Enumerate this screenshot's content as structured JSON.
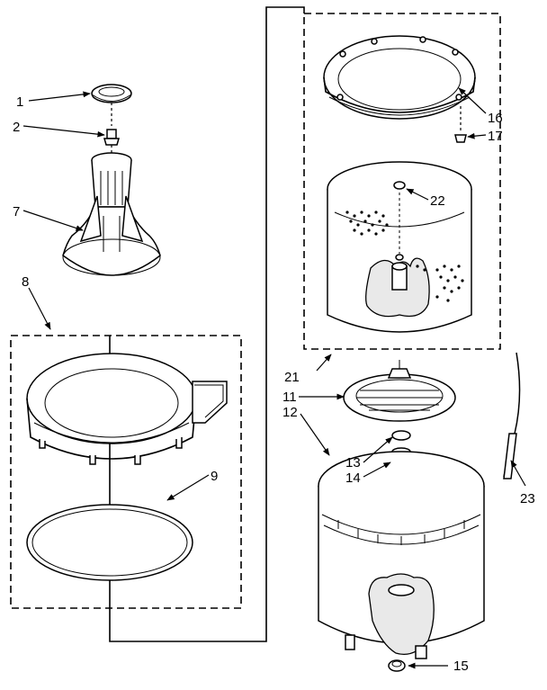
{
  "callouts": {
    "c1": "1",
    "c2": "2",
    "c7": "7",
    "c8": "8",
    "c9": "9",
    "c11": "11",
    "c12": "12",
    "c13": "13",
    "c14": "14",
    "c15": "15",
    "c16": "16",
    "c17": "17",
    "c21": "21",
    "c22": "22",
    "c23": "23"
  }
}
